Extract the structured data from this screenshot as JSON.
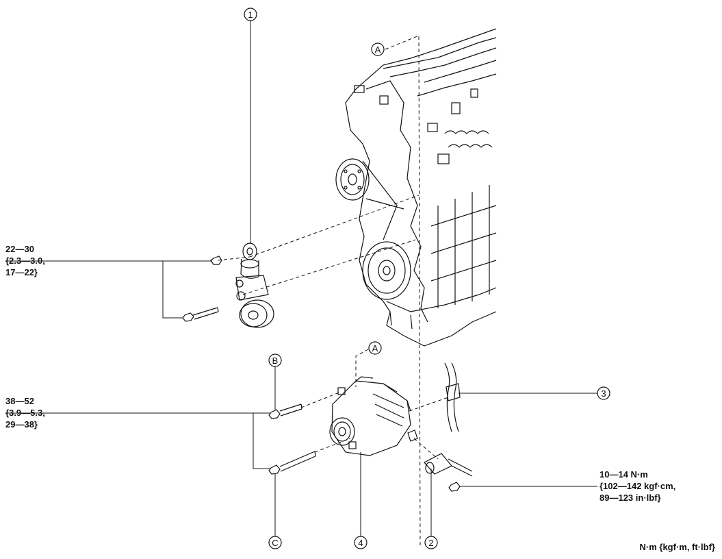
{
  "callouts": {
    "one": "1",
    "two": "2",
    "three": "3",
    "four": "4",
    "ref_a_top": "A",
    "ref_a_mid": "A",
    "ref_b": "B",
    "ref_c": "C"
  },
  "torque_specs": {
    "tensioner": {
      "line1": "22—30",
      "line2": "{2.3—3.0,",
      "line3": "17—22}"
    },
    "generator": {
      "line1": "38—52",
      "line2": "{3.9—5.3,",
      "line3": "29—38}"
    },
    "terminal_nut": {
      "line1": "10—14 N·m",
      "line2": "{102—142 kgf·cm,",
      "line3": "89—123 in·lbf}"
    }
  },
  "units_note": "N·m {kgf·m, ft·lbf}",
  "colors": {
    "line": "#111111",
    "background": "#ffffff"
  }
}
